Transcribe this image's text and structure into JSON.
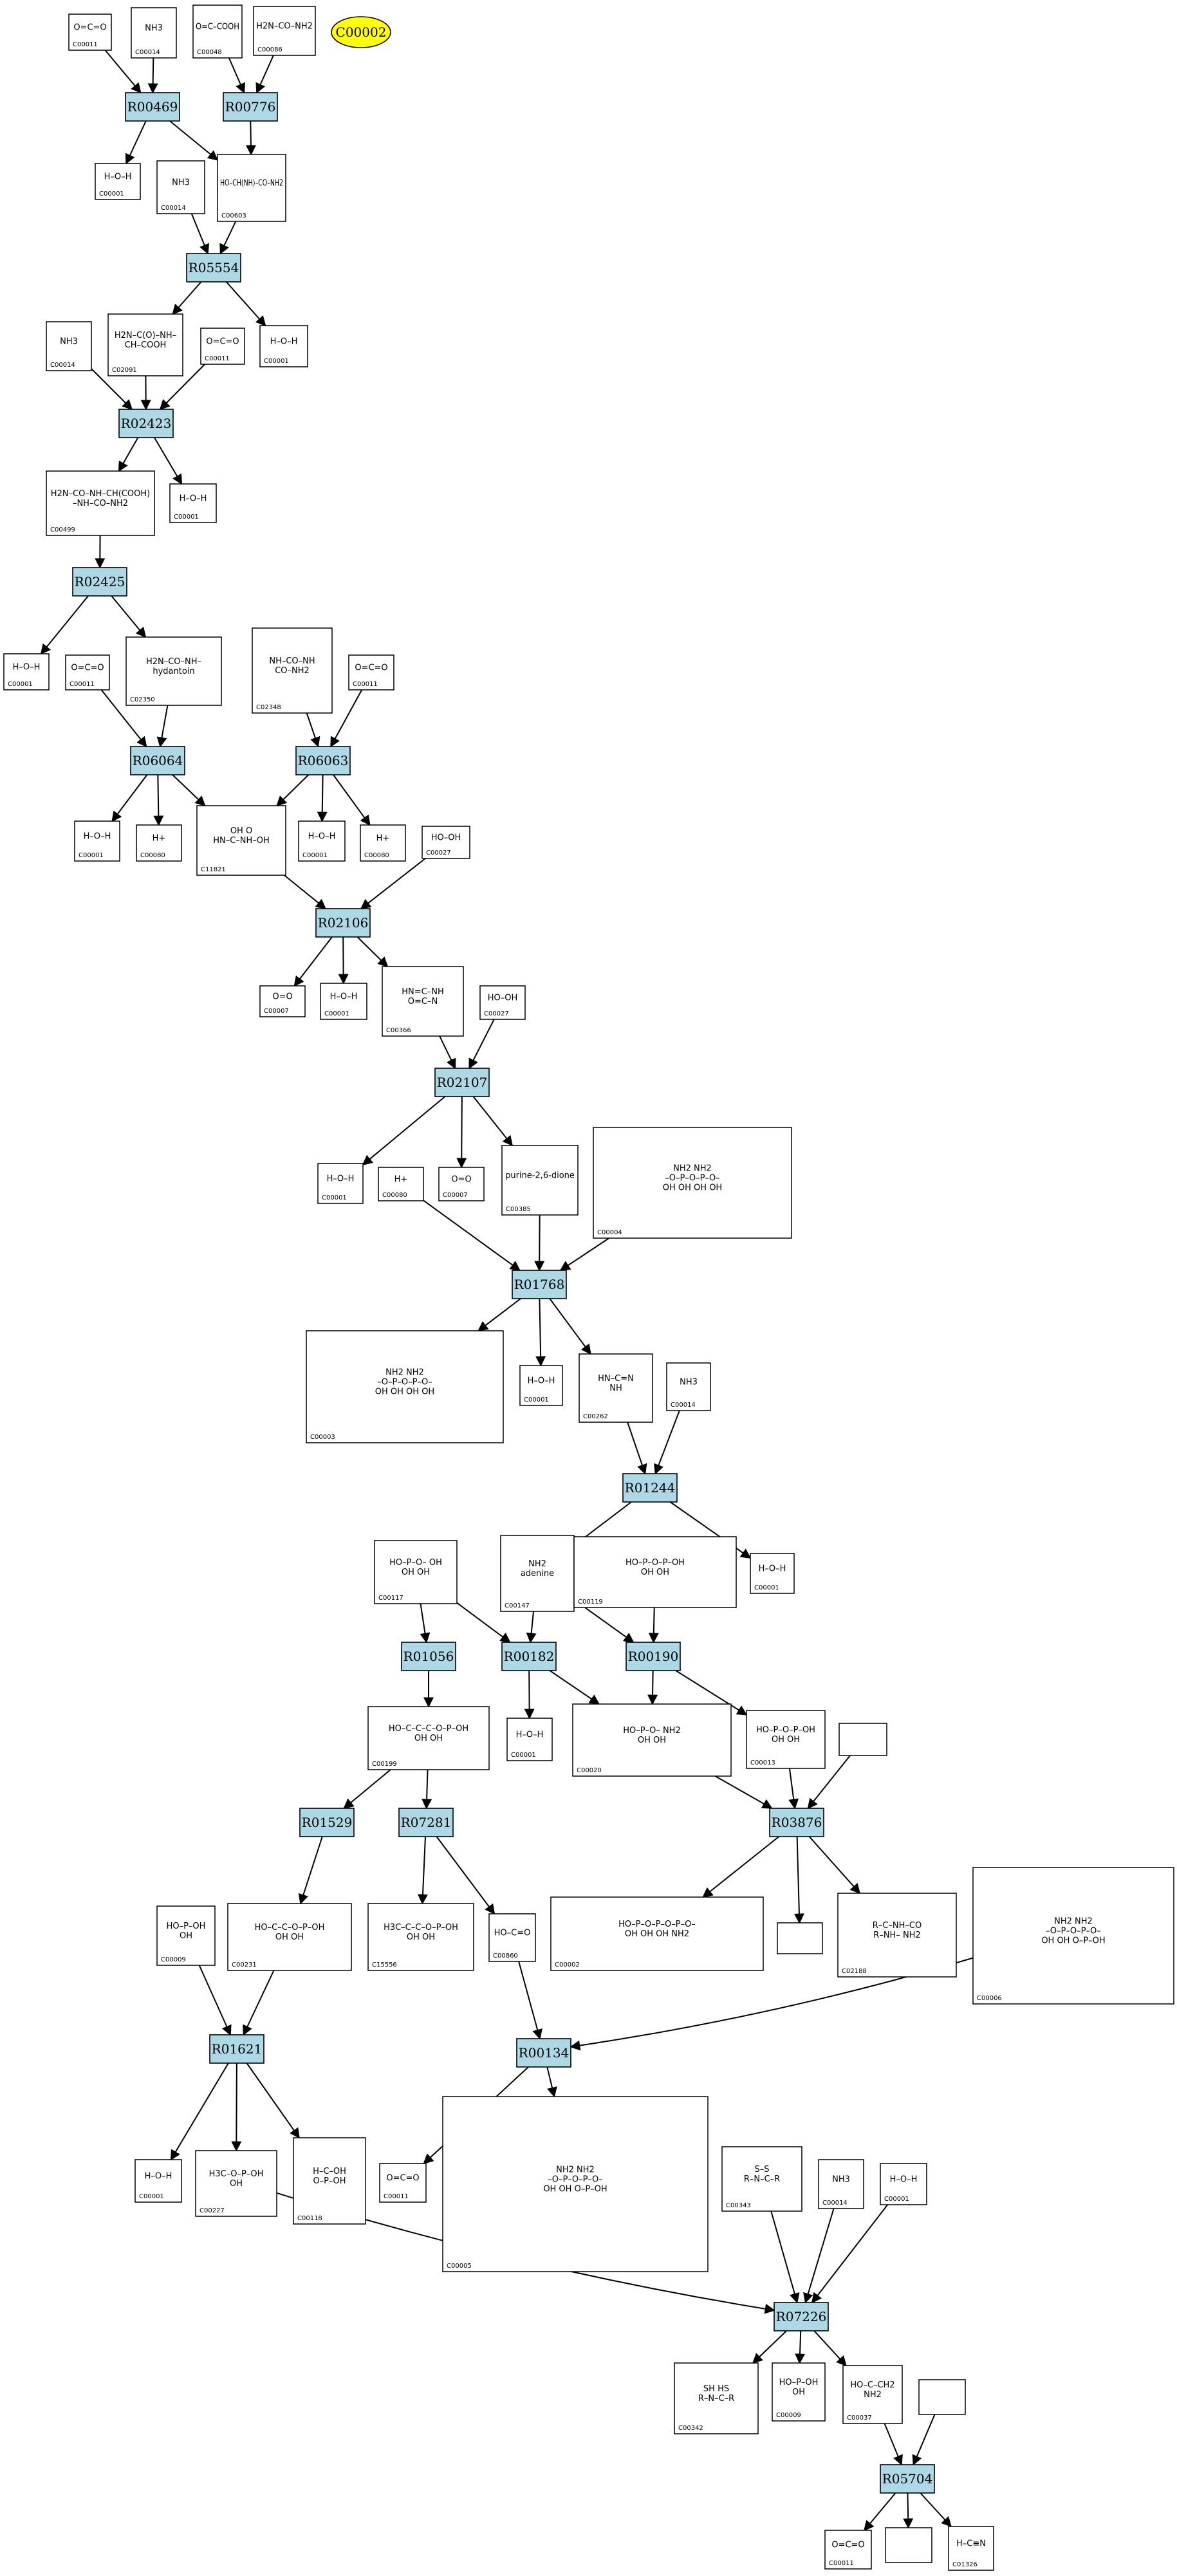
{
  "highlight": {
    "label": "C00002",
    "color": "#ffff00"
  },
  "reaction_color": "#add8e6",
  "reactions": [
    {
      "id": "R00469",
      "label": "R00469"
    },
    {
      "id": "R00776",
      "label": "R00776"
    },
    {
      "id": "R05554",
      "label": "R05554"
    },
    {
      "id": "R02423",
      "label": "R02423"
    },
    {
      "id": "R02425",
      "label": "R02425"
    },
    {
      "id": "R06064",
      "label": "R06064"
    },
    {
      "id": "R06063",
      "label": "R06063"
    },
    {
      "id": "R02106",
      "label": "R02106"
    },
    {
      "id": "R02107",
      "label": "R02107"
    },
    {
      "id": "R01768",
      "label": "R01768"
    },
    {
      "id": "R01244",
      "label": "R01244"
    },
    {
      "id": "R01056",
      "label": "R01056"
    },
    {
      "id": "R00182",
      "label": "R00182"
    },
    {
      "id": "R00190",
      "label": "R00190"
    },
    {
      "id": "R01529",
      "label": "R01529"
    },
    {
      "id": "R07281",
      "label": "R07281"
    },
    {
      "id": "R03876",
      "label": "R03876"
    },
    {
      "id": "R01621",
      "label": "R01621"
    },
    {
      "id": "R00134",
      "label": "R00134"
    },
    {
      "id": "R07226",
      "label": "R07226"
    },
    {
      "id": "R05704",
      "label": "R05704"
    }
  ],
  "compounds": [
    {
      "id": "a1",
      "label": "C00011",
      "mol": [
        "O=C=O"
      ]
    },
    {
      "id": "a2",
      "label": "C00014",
      "mol": [
        "NH3"
      ]
    },
    {
      "id": "a3",
      "label": "C00048",
      "mol": [
        "O=C–COOH"
      ]
    },
    {
      "id": "a4",
      "label": "C00086",
      "mol": [
        "H2N–CO–NH2"
      ]
    },
    {
      "id": "b1",
      "label": "C00001",
      "mol": [
        "H–O–H"
      ]
    },
    {
      "id": "b2",
      "label": "C00014",
      "mol": [
        "NH3"
      ]
    },
    {
      "id": "b3",
      "label": "C00603",
      "mol": [
        "HO–CH(NH)–CO–NH2"
      ]
    },
    {
      "id": "c1",
      "label": "C00014",
      "mol": [
        "NH3"
      ]
    },
    {
      "id": "c2",
      "label": "C02091",
      "mol": [
        "H2N–C(O)–NH–",
        "CH–COOH"
      ]
    },
    {
      "id": "c3",
      "label": "C00011",
      "mol": [
        "O=C=O"
      ]
    },
    {
      "id": "c4",
      "label": "C00001",
      "mol": [
        "H–O–H"
      ]
    },
    {
      "id": "d1",
      "label": "C00499",
      "mol": [
        "H2N–CO–NH–CH(COOH)",
        "–NH–CO–NH2"
      ]
    },
    {
      "id": "d2",
      "label": "C00001",
      "mol": [
        "H–O–H"
      ]
    },
    {
      "id": "e1",
      "label": "C00001",
      "mol": [
        "H–O–H"
      ]
    },
    {
      "id": "e2",
      "label": "C00011",
      "mol": [
        "O=C=O"
      ]
    },
    {
      "id": "e3",
      "label": "C02350",
      "mol": [
        "H2N–CO–NH–",
        "hydantoin"
      ]
    },
    {
      "id": "e4",
      "label": "C02348",
      "mol": [
        "NH–CO–NH",
        "CO–NH2"
      ]
    },
    {
      "id": "e5",
      "label": "C00011",
      "mol": [
        "O=C=O"
      ]
    },
    {
      "id": "f1",
      "label": "C00001",
      "mol": [
        "H–O–H"
      ]
    },
    {
      "id": "f2",
      "label": "C00080",
      "mol": [
        "H+"
      ]
    },
    {
      "id": "f3",
      "label": "C11821",
      "mol": [
        "OH  O",
        "HN–C–NH–OH"
      ]
    },
    {
      "id": "f4",
      "label": "C00001",
      "mol": [
        "H–O–H"
      ]
    },
    {
      "id": "f5",
      "label": "C00080",
      "mol": [
        "H+"
      ]
    },
    {
      "id": "f6",
      "label": "C00027",
      "mol": [
        "HO–OH"
      ]
    },
    {
      "id": "g1",
      "label": "C00007",
      "mol": [
        "O=O"
      ]
    },
    {
      "id": "g2",
      "label": "C00001",
      "mol": [
        "H–O–H"
      ]
    },
    {
      "id": "g3",
      "label": "C00366",
      "mol": [
        "HN=C–NH",
        "O=C–N"
      ]
    },
    {
      "id": "g4",
      "label": "C00027",
      "mol": [
        "HO–OH"
      ]
    },
    {
      "id": "h1",
      "label": "C00001",
      "mol": [
        "H–O–H"
      ]
    },
    {
      "id": "h2",
      "label": "C00080",
      "mol": [
        "H+"
      ]
    },
    {
      "id": "h3",
      "label": "C00007",
      "mol": [
        "O=O"
      ]
    },
    {
      "id": "h4",
      "label": "C00385",
      "mol": [
        "purine-2,6-dione"
      ]
    },
    {
      "id": "h5",
      "label": "C00004",
      "mol": [
        "NH2   NH2",
        "–O–P–O–P–O–",
        "OH OH   OH OH"
      ]
    },
    {
      "id": "i1",
      "label": "C00003",
      "mol": [
        "NH2   NH2",
        "–O–P–O–P–O–",
        "OH OH   OH OH"
      ]
    },
    {
      "id": "i2",
      "label": "C00001",
      "mol": [
        "H–O–H"
      ]
    },
    {
      "id": "i3",
      "label": "C00262",
      "mol": [
        "HN–C=N",
        "NH"
      ]
    },
    {
      "id": "i4",
      "label": "C00014",
      "mol": [
        "NH3"
      ]
    },
    {
      "id": "j1",
      "label": "C00117",
      "mol": [
        "HO–P–O– OH",
        "OH OH"
      ]
    },
    {
      "id": "j2",
      "label": "C00147",
      "mol": [
        "NH2",
        "adenine"
      ]
    },
    {
      "id": "j3",
      "label": "C00119",
      "mol": [
        "HO–P–O–P–OH",
        "OH OH"
      ]
    },
    {
      "id": "j4",
      "label": "C00001",
      "mol": [
        "H–O–H"
      ]
    },
    {
      "id": "k1",
      "label": "C00199",
      "mol": [
        "HO–C–C–C–O–P–OH",
        "OH OH"
      ]
    },
    {
      "id": "k2",
      "label": "C00001",
      "mol": [
        "H–O–H"
      ]
    },
    {
      "id": "k3",
      "label": "C00020",
      "mol": [
        "HO–P–O–  NH2",
        "OH   OH"
      ]
    },
    {
      "id": "k4",
      "label": "C00013",
      "mol": [
        "HO–P–O–P–OH",
        "OH OH"
      ]
    },
    {
      "id": "k5",
      "label": "",
      "mol": []
    },
    {
      "id": "l1",
      "label": "C00009",
      "mol": [
        "HO–P–OH",
        "OH"
      ]
    },
    {
      "id": "l2",
      "label": "C00231",
      "mol": [
        "HO–C–C–O–P–OH",
        "OH OH"
      ]
    },
    {
      "id": "l3",
      "label": "C15556",
      "mol": [
        "H3C–C–C–O–P–OH",
        "OH OH"
      ]
    },
    {
      "id": "l4",
      "label": "C00860",
      "mol": [
        "HO–C=O"
      ]
    },
    {
      "id": "l5",
      "label": "C00002",
      "mol": [
        "HO–P–O–P–O–P–O–",
        "OH OH OH   NH2"
      ]
    },
    {
      "id": "l6",
      "label": "",
      "mol": []
    },
    {
      "id": "l7",
      "label": "C02188",
      "mol": [
        "R–C–NH–CO",
        "R–NH–  NH2"
      ]
    },
    {
      "id": "l8",
      "label": "C00006",
      "mol": [
        "NH2   NH2",
        "–O–P–O–P–O–",
        "OH OH  O–P–OH"
      ]
    },
    {
      "id": "m1",
      "label": "C00001",
      "mol": [
        "H–O–H"
      ]
    },
    {
      "id": "m2",
      "label": "C00227",
      "mol": [
        "H3C–O–P–OH",
        "OH"
      ]
    },
    {
      "id": "m3",
      "label": "C00118",
      "mol": [
        "H–C–OH",
        "O–P–OH"
      ]
    },
    {
      "id": "m4",
      "label": "C00011",
      "mol": [
        "O=C=O"
      ]
    },
    {
      "id": "m5",
      "label": "C00005",
      "mol": [
        "NH2   NH2",
        "–O–P–O–P–O–",
        "OH OH  O–P–OH"
      ]
    },
    {
      "id": "m6",
      "label": "C00343",
      "mol": [
        "S–S",
        "R–N–C–R"
      ]
    },
    {
      "id": "m7",
      "label": "C00014",
      "mol": [
        "NH3"
      ]
    },
    {
      "id": "m8",
      "label": "C00001",
      "mol": [
        "H–O–H"
      ]
    },
    {
      "id": "n1",
      "label": "C00342",
      "mol": [
        "SH  HS",
        "R–N–C–R"
      ]
    },
    {
      "id": "n2",
      "label": "C00009",
      "mol": [
        "HO–P–OH",
        "OH"
      ]
    },
    {
      "id": "n3",
      "label": "C00037",
      "mol": [
        "HO–C–CH2",
        "NH2"
      ]
    },
    {
      "id": "n4",
      "label": "",
      "mol": []
    },
    {
      "id": "o1",
      "label": "C00011",
      "mol": [
        "O=C=O"
      ]
    },
    {
      "id": "o2",
      "label": "",
      "mol": []
    },
    {
      "id": "o3",
      "label": "C01326",
      "mol": [
        "H–C≡N"
      ]
    }
  ]
}
